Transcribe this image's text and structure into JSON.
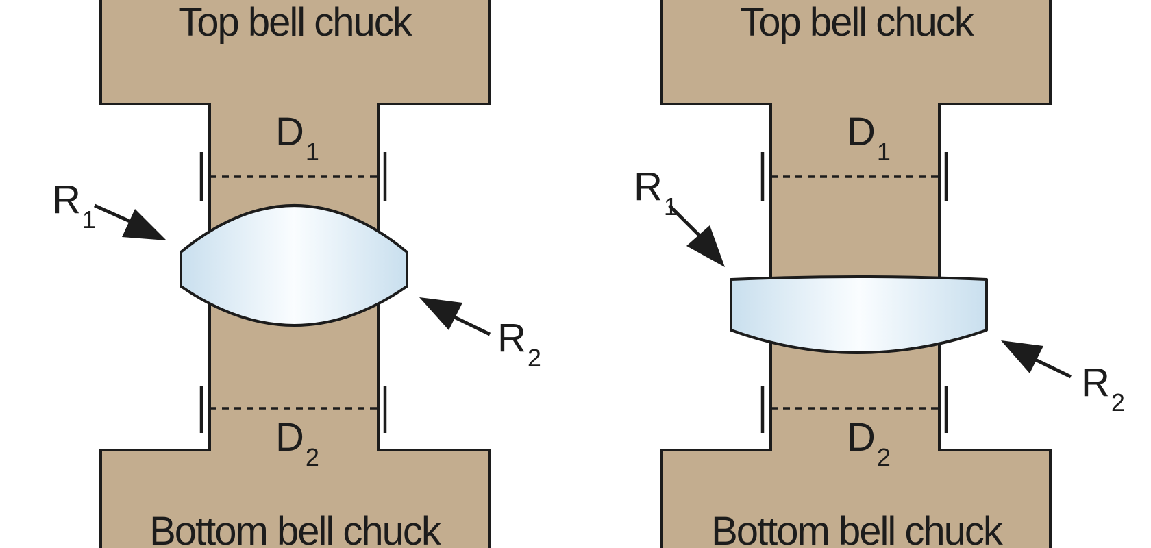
{
  "panels": [
    {
      "id": "biconvex",
      "top_label": "Top bell chuck",
      "bottom_label": "Bottom bell chuck",
      "d1": {
        "letter": "D",
        "sub": "1"
      },
      "d2": {
        "letter": "D",
        "sub": "2"
      },
      "r1": {
        "letter": "R",
        "sub": "1"
      },
      "r2": {
        "letter": "R",
        "sub": "2"
      }
    },
    {
      "id": "meniscus",
      "top_label": "Top bell chuck",
      "bottom_label": "Bottom bell chuck",
      "d1": {
        "letter": "D",
        "sub": "1"
      },
      "d2": {
        "letter": "D",
        "sub": "2"
      },
      "r1": {
        "letter": "R",
        "sub": "1"
      },
      "r2": {
        "letter": "R",
        "sub": "2"
      }
    }
  ],
  "colors": {
    "chuck": "#c3ad8f",
    "outline": "#1c1c1c",
    "lens_edge": "#c9dfee",
    "lens_center": "#fafdff"
  }
}
